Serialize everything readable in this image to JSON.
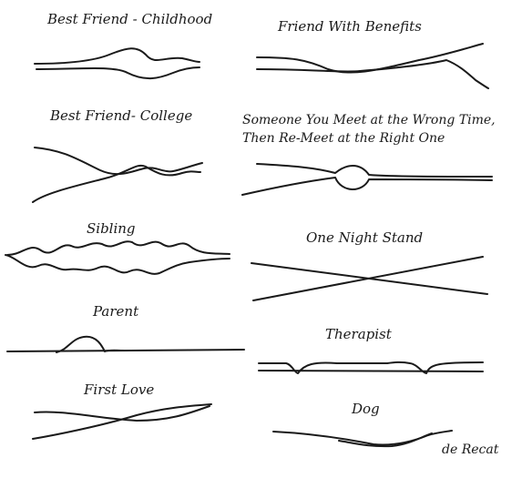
{
  "panels": {
    "best_friend_childhood": "Best Friend - Childhood",
    "best_friend_college": "Best Friend- College",
    "sibling": "Sibling",
    "parent": "Parent",
    "first_love": "First Love",
    "friend_with_benefits": "Friend With Benefits",
    "wrong_time_line1": "Someone You Meet at the Wrong Time,",
    "wrong_time_line2": "Then Re-Meet at the Right One",
    "one_night_stand": "One Night Stand",
    "therapist": "Therapist",
    "dog": "Dog"
  },
  "signature": "de Recat"
}
